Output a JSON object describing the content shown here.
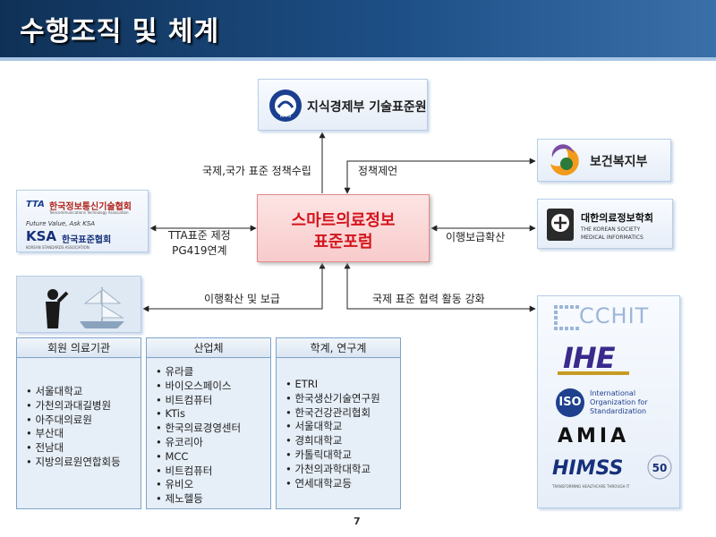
{
  "slide": {
    "title": "수행조직 및 체계",
    "page_number": "7"
  },
  "center": {
    "line1": "스마트의료정보",
    "line2": "표준포럼"
  },
  "orgs": {
    "mke": "지식경제부 기술표준원",
    "mke_emblem": "KATS",
    "mohw": "보건복지부",
    "tta_top": "한국정보통신기술협회",
    "tta_sub": "Telecommunications Technology Association",
    "tta_abbr": "TTA",
    "ksa_slogan": "Future Value, Ask KSA",
    "ksa_abbr": "KSA",
    "ksa_name": "한국표준협회",
    "ksa_sub": "KOREAN STANDARDS ASSOCIATION",
    "kosmi": "대한의료정보학회",
    "kosmi_en1": "THE KOREAN SOCIETY",
    "kosmi_en2": "MEDICAL INFORMATICS"
  },
  "edges": {
    "gov_policy": "국제,국가 표준 정책수립",
    "policy_proposal": "정책제언",
    "tta_line1": "TTA표준 제정",
    "tta_line2": "PG419연계",
    "spread": "이행보급확산",
    "implement": "이행확산 및 보급",
    "intl": "국제 표준 협력 활동 강화"
  },
  "panels": {
    "hospitals": {
      "title": "회원 의료기관",
      "items": [
        "서울대학교",
        "가천의과대길병원",
        "아주대의료원",
        "부산대",
        "전남대",
        "지방의료원연합회등"
      ]
    },
    "industry": {
      "title": "산업체",
      "items": [
        "유라클",
        "바이오스페이스",
        "비트컴퓨터",
        "KTis",
        "한국의료경영센터",
        "유코리아",
        "MCC",
        "비트컴퓨터",
        "유비오",
        "제노헬등"
      ]
    },
    "academia": {
      "title": "학계, 연구계",
      "items": [
        "ETRI",
        "한국생산기술연구원",
        "한국건강관리협회",
        "서울대학교",
        "경희대학교",
        "카톨릭대학교",
        "가천의과학대학교",
        "연세대학교등"
      ]
    }
  },
  "intl_logos": {
    "cchit": "CCHIT",
    "ihe": "IHE",
    "iso": "ISO",
    "iso_line1": "International",
    "iso_line2": "Organization for",
    "iso_line3": "Standardization",
    "amia": "AMIA",
    "himss": "HIMSS",
    "himss_years": "50",
    "himss_tag": "TRANSFORMING HEALTHCARE THROUGH IT"
  },
  "colors": {
    "header": "#1d4f86",
    "center_text": "#d4141c",
    "ihe": "#3a2a8c",
    "cchit": "#3f6cb0"
  }
}
